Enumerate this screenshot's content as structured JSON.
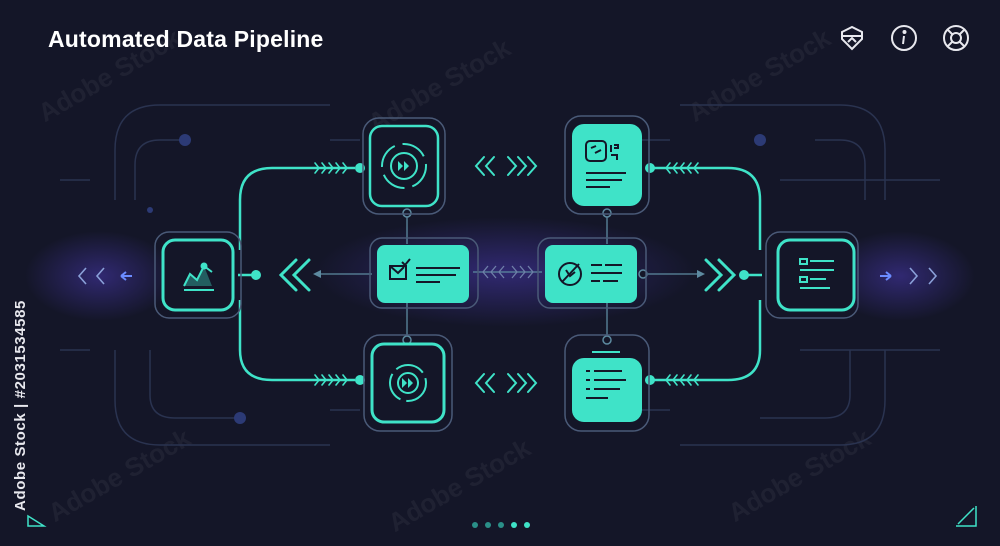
{
  "header": {
    "title": "Automated Data Pipeline"
  },
  "side_label": {
    "id_text": "Adobe Stock | #2031534585"
  },
  "watermark": {
    "text": "Adobe Stock"
  },
  "top_icons": [
    "shield-icon",
    "info-icon",
    "lifebuoy-icon"
  ],
  "colors": {
    "background": "#141628",
    "accent": "#3fe3c8",
    "line": "#2a3350",
    "glow": "#3a2f8a"
  },
  "pagination": {
    "count": 5,
    "active_index": 3
  }
}
